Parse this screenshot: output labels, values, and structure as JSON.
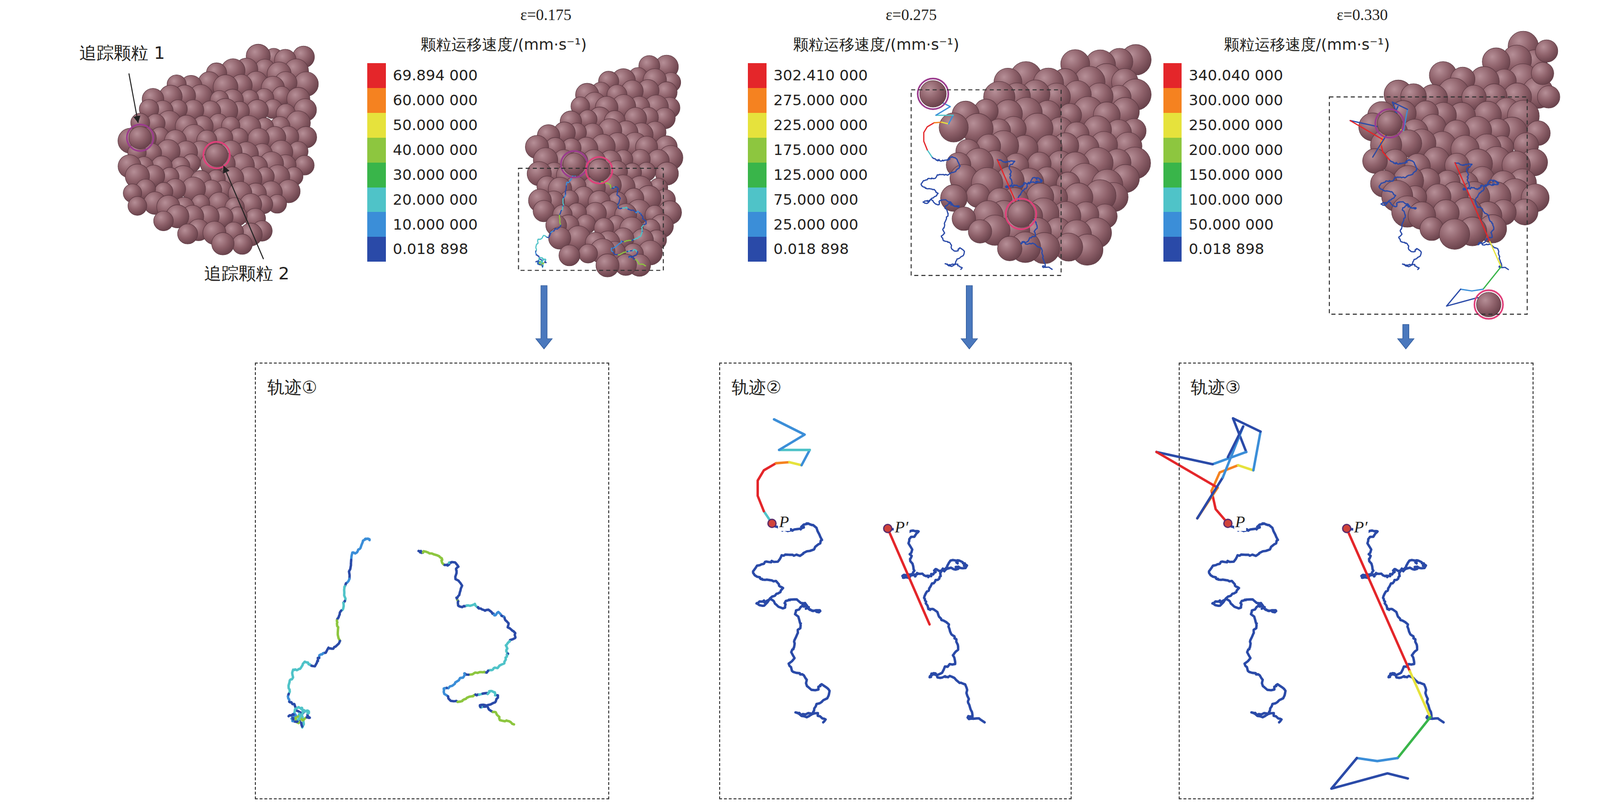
{
  "diagram": {
    "nodes": [
      {
        "text": [
          "轨迹①"
        ]
      },
      {
        "text": [
          "轨迹②"
        ]
      },
      {
        "text": [
          "轨迹③"
        ]
      }
    ],
    "labels": [
      "追踪颗粒 1",
      "ε=0.175",
      "颗粒运移速度/(mm·s⁻¹)",
      "ε=0.275",
      "颗粒运移速度/(mm·s⁻¹)",
      "ε=0.330",
      "颗粒运移速度/(mm·s⁻¹)",
      "追踪颗粒 2",
      "P",
      "P′",
      "P",
      "P′"
    ],
    "legend": [
      {
        "text": "69.894 000",
        "color": "#e4262a"
      },
      {
        "text": "60.000 000",
        "color": "#f58220"
      },
      {
        "text": "50.000 000",
        "color": "#e6e23c"
      },
      {
        "text": "40.000 000",
        "color": "#8dc63f"
      },
      {
        "text": "30.000 000",
        "color": "#39b54a"
      },
      {
        "text": "20.000 000",
        "color": "#4fc3c8"
      },
      {
        "text": "10.000 000",
        "color": "#3b8ed8"
      },
      {
        "text": "0.018 898",
        "color": "#2a4aa8"
      },
      {
        "text": "302.410 000",
        "color": "#e4262a"
      },
      {
        "text": "275.000 000",
        "color": "#f58220"
      },
      {
        "text": "225.000 000",
        "color": "#e6e23c"
      },
      {
        "text": "175.000 000",
        "color": "#8dc63f"
      },
      {
        "text": "125.000 000",
        "color": "#39b54a"
      },
      {
        "text": "75.000 000",
        "color": "#4fc3c8"
      },
      {
        "text": "25.000 000",
        "color": "#3b8ed8"
      },
      {
        "text": "0.018 898",
        "color": "#2a4aa8"
      },
      {
        "text": "340.040 000",
        "color": "#e4262a"
      },
      {
        "text": "300.000 000",
        "color": "#f58220"
      },
      {
        "text": "250.000 000",
        "color": "#e6e23c"
      },
      {
        "text": "200.000 000",
        "color": "#8dc63f"
      },
      {
        "text": "150.000 000",
        "color": "#39b54a"
      },
      {
        "text": "100.000 000",
        "color": "#4fc3c8"
      },
      {
        "text": "50.000 000",
        "color": "#3b8ed8"
      },
      {
        "text": "0.018 898",
        "color": "#2a4aa8"
      }
    ]
  }
}
